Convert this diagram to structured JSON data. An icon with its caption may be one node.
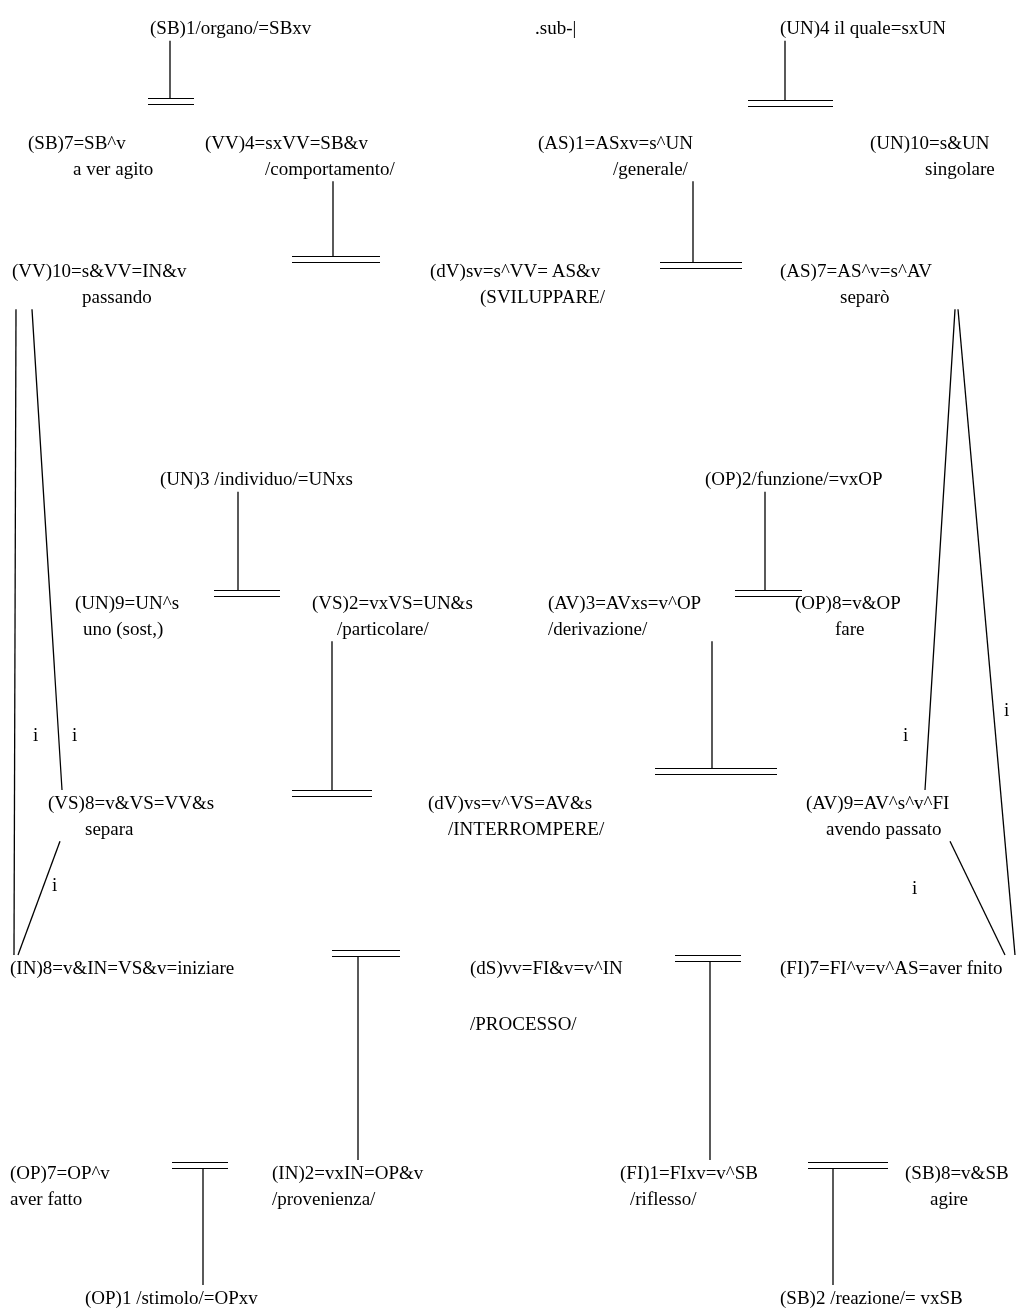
{
  "diagram": {
    "nodes": [
      {
        "text": [
          "(SB)1/organo/=SBxv"
        ]
      },
      {
        "text": [
          "(UN)4 il quale=sxUN"
        ]
      },
      {
        "text": [],
        "shape": "bar"
      },
      {
        "text": [],
        "shape": "bar"
      },
      {
        "text": [
          "(SB)7=SB^v",
          "a ver agito"
        ]
      },
      {
        "text": [
          "(VV)4=sxVV=SB&v",
          "/comportamento/"
        ]
      },
      {
        "text": [
          "(AS)1=ASxv=s^UN",
          "/generale/"
        ]
      },
      {
        "text": [
          "(UN)10=s&UN",
          "singolare"
        ]
      },
      {
        "text": [],
        "shape": "bar"
      },
      {
        "text": [],
        "shape": "bar"
      },
      {
        "text": [
          "(VV)10=s&VV=IN&v",
          "passando"
        ]
      },
      {
        "text": [
          "(dV)sv=s^VV= AS&v",
          "(SVILUPPARE/"
        ]
      },
      {
        "text": [
          "(AS)7=AS^v=s^AV",
          "separò"
        ]
      },
      {
        "text": [
          "(UN)3 /individuo/=UNxs"
        ]
      },
      {
        "text": [
          "(OP)2/funzione/=vxOP"
        ]
      },
      {
        "text": [],
        "shape": "bar"
      },
      {
        "text": [],
        "shape": "bar"
      },
      {
        "text": [
          "(UN)9=UN^s",
          "uno (sost,)"
        ]
      },
      {
        "text": [
          "(VS)2=vxVS=UN&s",
          "/particolare/"
        ]
      },
      {
        "text": [
          "(AV)3=AVxs=v^OP",
          "/derivazione/"
        ]
      },
      {
        "text": [
          "(OP)8=v&OP",
          "fare"
        ]
      },
      {
        "text": [],
        "shape": "bar"
      },
      {
        "text": [],
        "shape": "bar"
      },
      {
        "text": [
          "(VS)8=v&VS=VV&s",
          "separa"
        ]
      },
      {
        "text": [
          "(dV)vs=v^VS=AV&s",
          "/INTERROMPERE/"
        ]
      },
      {
        "text": [
          "(AV)9=AV^s^v^FI",
          "avendo passato"
        ]
      },
      {
        "text": [
          "(IN)8=v&IN=VS&v=iniziare"
        ]
      },
      {
        "text": [],
        "shape": "bar"
      },
      {
        "text": [
          "(dS)vv=FI&v=v^IN",
          "/PROCESSO/"
        ]
      },
      {
        "text": [],
        "shape": "bar"
      },
      {
        "text": [
          "(FI)7=FI^v=v^AS=aver fnito"
        ]
      },
      {
        "text": [
          "(OP)7=OP^v",
          "aver fatto"
        ]
      },
      {
        "text": [],
        "shape": "bar"
      },
      {
        "text": [
          "(IN)2=vxIN=OP&v",
          "/provenienza/"
        ]
      },
      {
        "text": [
          "(FI)1=FIxv=v^SB",
          "/riflesso/"
        ]
      },
      {
        "text": [],
        "shape": "bar"
      },
      {
        "text": [
          "(SB)8=v&SB",
          "agire"
        ]
      },
      {
        "text": [
          "(OP)1 /stimolo/=OPxv"
        ]
      },
      {
        "text": [
          "(SB)2 /reazione/= vxSB"
        ]
      }
    ],
    "edges": [
      {
        "from": 0,
        "to": 2,
        "arrow": "none"
      },
      {
        "from": 1,
        "to": 3,
        "arrow": "none"
      },
      {
        "from": 5,
        "to": 8,
        "arrow": "none"
      },
      {
        "from": 6,
        "to": 9,
        "arrow": "none"
      },
      {
        "from": 10,
        "to": 26,
        "arrow": "none",
        "label": "i"
      },
      {
        "from": 10,
        "to": 23,
        "arrow": "none",
        "label": "i"
      },
      {
        "from": 12,
        "to": 25,
        "arrow": "none",
        "label": "i"
      },
      {
        "from": 12,
        "to": 30,
        "arrow": "none",
        "label": "i"
      },
      {
        "from": 13,
        "to": 15,
        "arrow": "none"
      },
      {
        "from": 14,
        "to": 16,
        "arrow": "none"
      },
      {
        "from": 18,
        "to": 22,
        "arrow": "none"
      },
      {
        "from": 19,
        "to": 21,
        "arrow": "none"
      },
      {
        "from": 23,
        "to": 26,
        "arrow": "none",
        "label": "i"
      },
      {
        "from": 25,
        "to": 30,
        "arrow": "none",
        "label": "i"
      },
      {
        "from": 27,
        "to": 33,
        "arrow": "none"
      },
      {
        "from": 29,
        "to": 34,
        "arrow": "none"
      },
      {
        "from": 37,
        "to": 32,
        "arrow": "none"
      },
      {
        "from": 38,
        "to": 35,
        "arrow": "none"
      }
    ],
    "labels": [
      ".sub-|"
    ]
  }
}
